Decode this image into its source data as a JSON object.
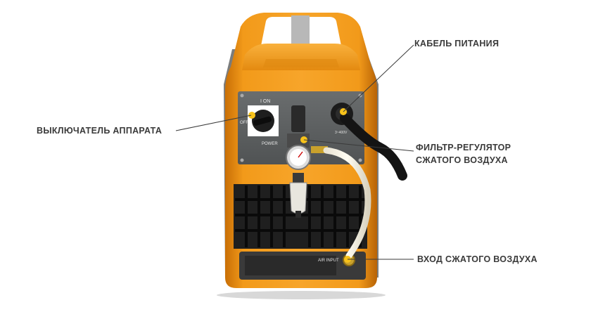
{
  "labels": {
    "power_cable": "КАБЕЛЬ ПИТАНИЯ",
    "switch": "ВЫКЛЮЧАТЕЛЬ АППАРАТА",
    "filter_line1": "ФИЛЬТР-РЕГУЛЯТОР",
    "filter_line2": "СЖАТОГО ВОЗДУХА",
    "air_input": "ВХОД СЖАТОГО ВОЗДУХА"
  },
  "panel": {
    "on_label": "I ON",
    "off_label": "OFF",
    "power_label": "POWER",
    "air_input_label": "AIR INPUT",
    "voltage_label": "3~400V"
  },
  "colors": {
    "body": "#f29a1a",
    "marker": "#f7c21a",
    "panel": "#5c5f60",
    "line": "#3a3a3a"
  }
}
